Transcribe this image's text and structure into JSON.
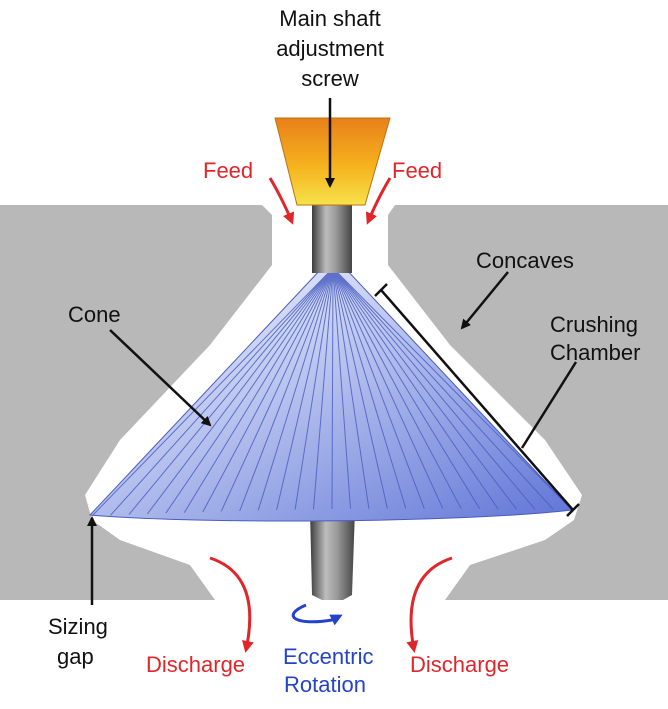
{
  "labels": {
    "title_line1": "Main shaft",
    "title_line2": "adjustment",
    "title_line3": "screw",
    "feed_left": "Feed",
    "feed_right": "Feed",
    "concaves": "Concaves",
    "cone": "Cone",
    "crushing_line1": "Crushing",
    "crushing_line2": "Chamber",
    "sizing_line1": "Sizing",
    "sizing_line2": "gap",
    "discharge_left": "Discharge",
    "discharge_right": "Discharge",
    "eccentric_line1": "Eccentric",
    "eccentric_line2": "Rotation"
  },
  "colors": {
    "concave_gray": "#b8b8b8",
    "cone_blue": "#7f90df",
    "screw_orange": "#f0a020",
    "feed_red": "#e0262b",
    "rotation_blue": "#2443c9"
  }
}
